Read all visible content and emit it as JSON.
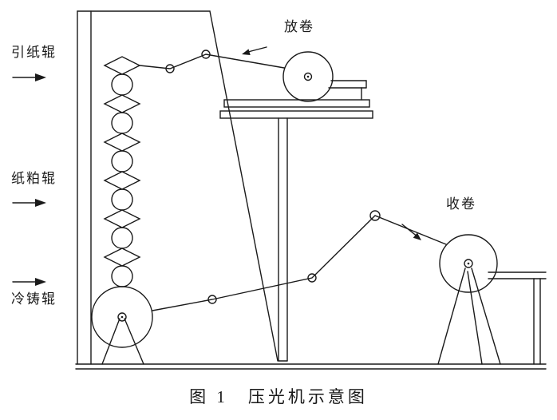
{
  "figure": {
    "caption": "图 1　压光机示意图",
    "labels": {
      "paper_guide_roller": "引纸辊",
      "paper_pulp_roller": "纸粕辊",
      "cold_cast_roller": "冷铸辊",
      "unwind": "放卷",
      "rewind": "收卷"
    },
    "colors": {
      "line": "#1a1a1a",
      "background": "#ffffff"
    }
  }
}
